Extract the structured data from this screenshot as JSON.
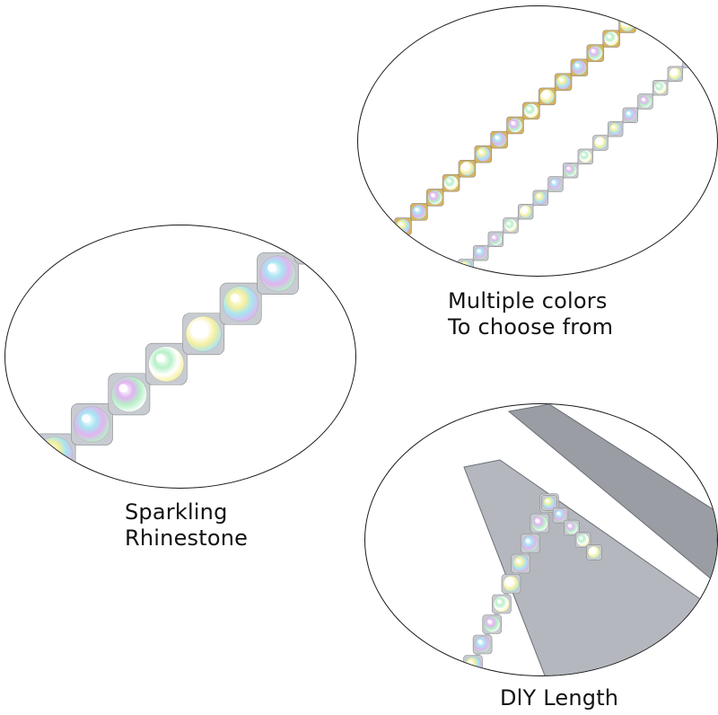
{
  "panels": {
    "top": {
      "caption_lines": [
        "Multiple colors",
        "To choose from"
      ],
      "chains": [
        {
          "metal": "gold",
          "metal_color": "#d9b45a"
        },
        {
          "metal": "silver",
          "metal_color": "#c8ccd2"
        }
      ]
    },
    "left": {
      "caption_lines": [
        "Sparkling",
        "Rhinestone"
      ],
      "chains": [
        {
          "metal": "silver",
          "metal_color": "#c8ccd2"
        }
      ]
    },
    "bottom": {
      "caption_lines": [
        "DlY Length"
      ],
      "chains": [
        {
          "metal": "silver",
          "metal_color": "#c8ccd2"
        }
      ],
      "tool": "scissors"
    }
  },
  "colors": {
    "outline": "#1a1a1a",
    "background": "#ffffff",
    "steel": "#9a9ea4",
    "stone_iridescent": [
      "#ffffff",
      "#f4f0a0",
      "#a8e4f2",
      "#e0b4f0",
      "#b8f0c8"
    ]
  }
}
